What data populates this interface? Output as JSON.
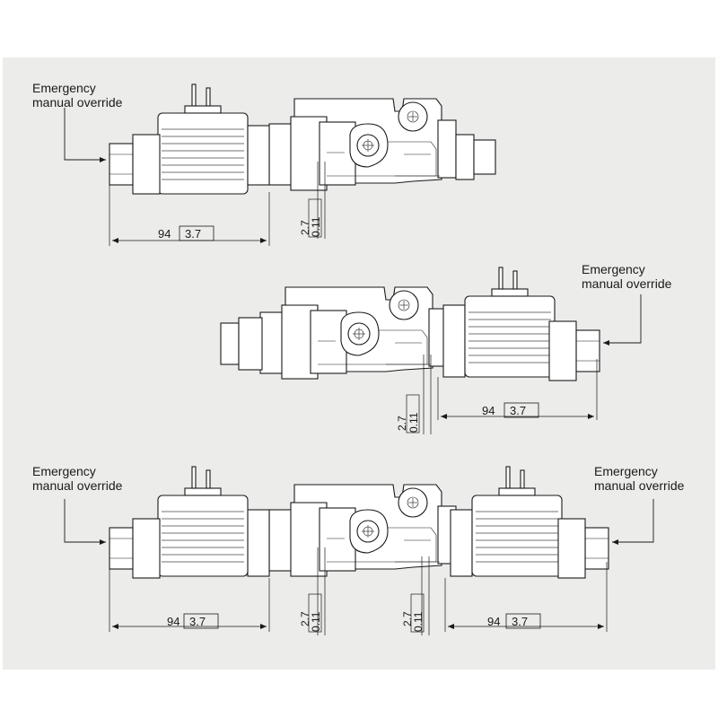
{
  "colors": {
    "background": "#ececea",
    "line": "#1a1a1a",
    "fill": "#ffffff"
  },
  "views": [
    {
      "name": "single-solenoid-left",
      "callouts": [
        {
          "line1": "Emergency",
          "line2": "manual override"
        }
      ],
      "dimensions": {
        "length": "94",
        "length_alt": "3.7",
        "offset": "2.7",
        "offset_alt": "0.11"
      }
    },
    {
      "name": "single-solenoid-right",
      "callouts": [
        {
          "line1": "Emergency",
          "line2": "manual override"
        }
      ],
      "dimensions": {
        "length": "94",
        "length_alt": "3.7",
        "offset": "2.7",
        "offset_alt": "0.11"
      }
    },
    {
      "name": "double-solenoid",
      "callouts": [
        {
          "line1": "Emergency",
          "line2": "manual override"
        },
        {
          "line1": "Emergency",
          "line2": "manual override"
        }
      ],
      "dimensions": {
        "left_length": "94",
        "left_length_alt": "3.7",
        "left_offset": "2.7",
        "left_offset_alt": "0.11",
        "right_length": "94",
        "right_length_alt": "3.7",
        "right_offset": "2.7",
        "right_offset_alt": "0.11"
      }
    }
  ]
}
